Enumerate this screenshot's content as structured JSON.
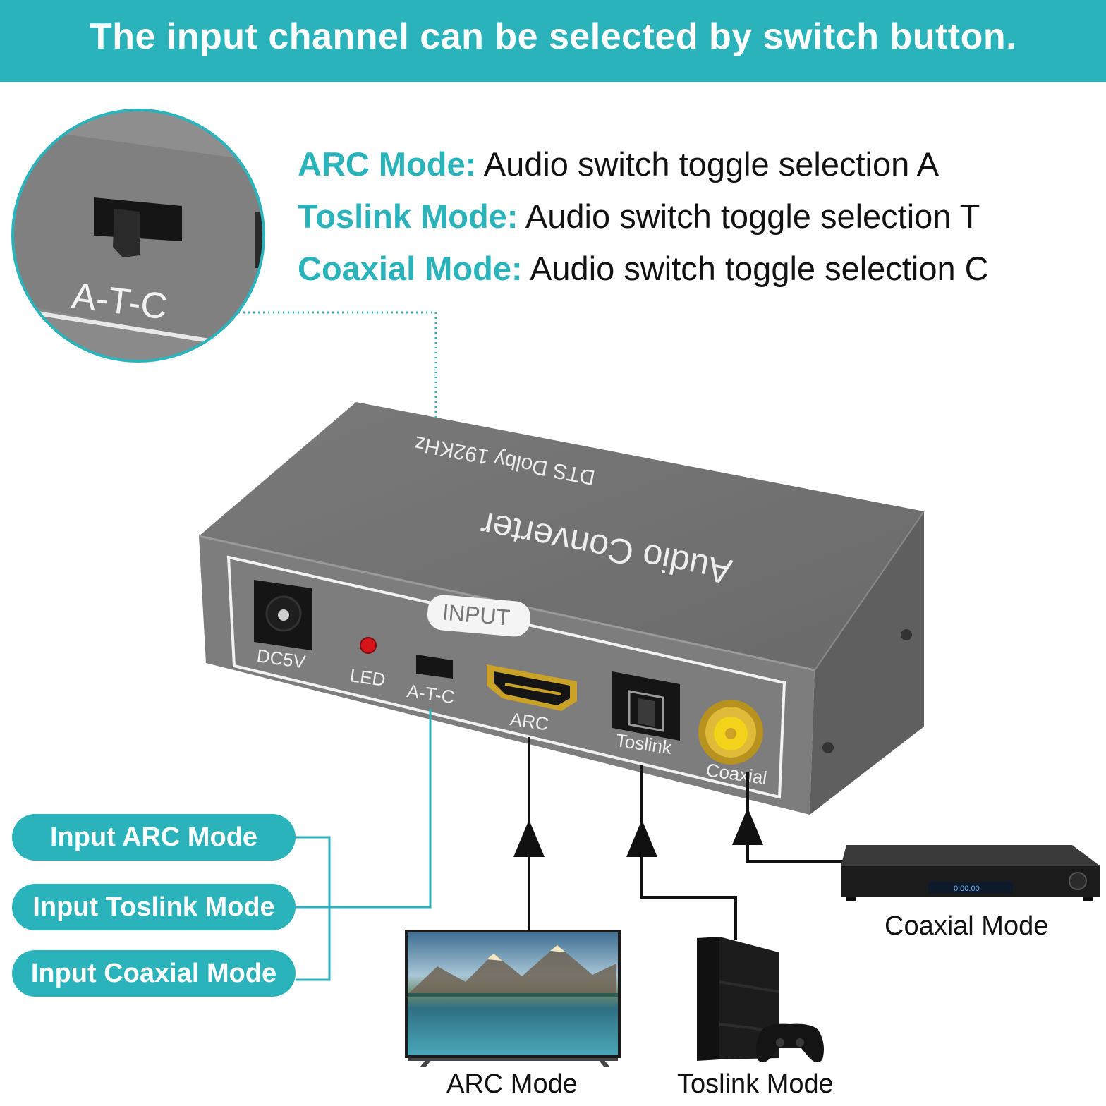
{
  "banner": {
    "text": "The input channel can be selected by switch button."
  },
  "modes": [
    {
      "key": "ARC Mode:",
      "desc": " Audio switch toggle selection A"
    },
    {
      "key": "Toslink Mode:",
      "desc": " Audio switch toggle selection T"
    },
    {
      "key": "Coaxial Mode:",
      "desc": " Audio switch toggle selection C"
    }
  ],
  "zoom": {
    "switch_label": "A-T-C"
  },
  "device": {
    "brand_line1": "Audio Converter",
    "brand_line2": "DTS Dolby 192KHz",
    "input_label": "INPUT",
    "ports": {
      "dc": "DC5V",
      "led": "LED",
      "switch": "A-T-C",
      "arc": "ARC",
      "toslink": "Toslink",
      "coaxial": "Coaxial"
    }
  },
  "pills": [
    "Input ARC Mode",
    "Input Toslink Mode",
    "Input Coaxial Mode"
  ],
  "sources": {
    "coaxial": "Coaxial Mode",
    "arc": "ARC Mode",
    "toslink": "Toslink Mode",
    "dvd_display": "0:00:00"
  },
  "colors": {
    "accent": "#2ab3bb",
    "device_gray": "#7c7c7c",
    "port_gold": "#c9a227",
    "led_red": "#d8141b"
  },
  "icons": [
    "switch-icon",
    "dc-jack-icon",
    "led-icon",
    "hdmi-port-icon",
    "optical-port-icon",
    "rca-port-icon",
    "arrow-up-icon",
    "tv-icon",
    "game-console-icon",
    "dvd-player-icon",
    "controller-icon"
  ]
}
